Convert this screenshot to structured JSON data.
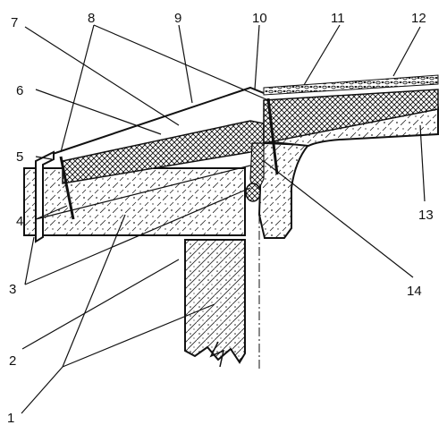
{
  "diagram": {
    "colors": {
      "ink": "#111111",
      "paper": "#ffffff",
      "concrete_hatch": "#222222",
      "insulation_hatch": "#111111"
    },
    "callouts": [
      {
        "id": "c1a",
        "label": "1"
      },
      {
        "id": "c1b",
        "label": "1"
      },
      {
        "id": "c2",
        "label": "2"
      },
      {
        "id": "c3a",
        "label": "3"
      },
      {
        "id": "c3b",
        "label": "3"
      },
      {
        "id": "c4a",
        "label": "4"
      },
      {
        "id": "c4b",
        "label": "4"
      },
      {
        "id": "c5",
        "label": "5"
      },
      {
        "id": "c6",
        "label": "6"
      },
      {
        "id": "c7",
        "label": "7"
      },
      {
        "id": "c8a",
        "label": "8"
      },
      {
        "id": "c8b",
        "label": "8"
      },
      {
        "id": "c9",
        "label": "9"
      },
      {
        "id": "c10",
        "label": "10"
      },
      {
        "id": "c11",
        "label": "11"
      },
      {
        "id": "c12",
        "label": "12"
      },
      {
        "id": "c13",
        "label": "13"
      },
      {
        "id": "c14",
        "label": "14"
      }
    ]
  }
}
